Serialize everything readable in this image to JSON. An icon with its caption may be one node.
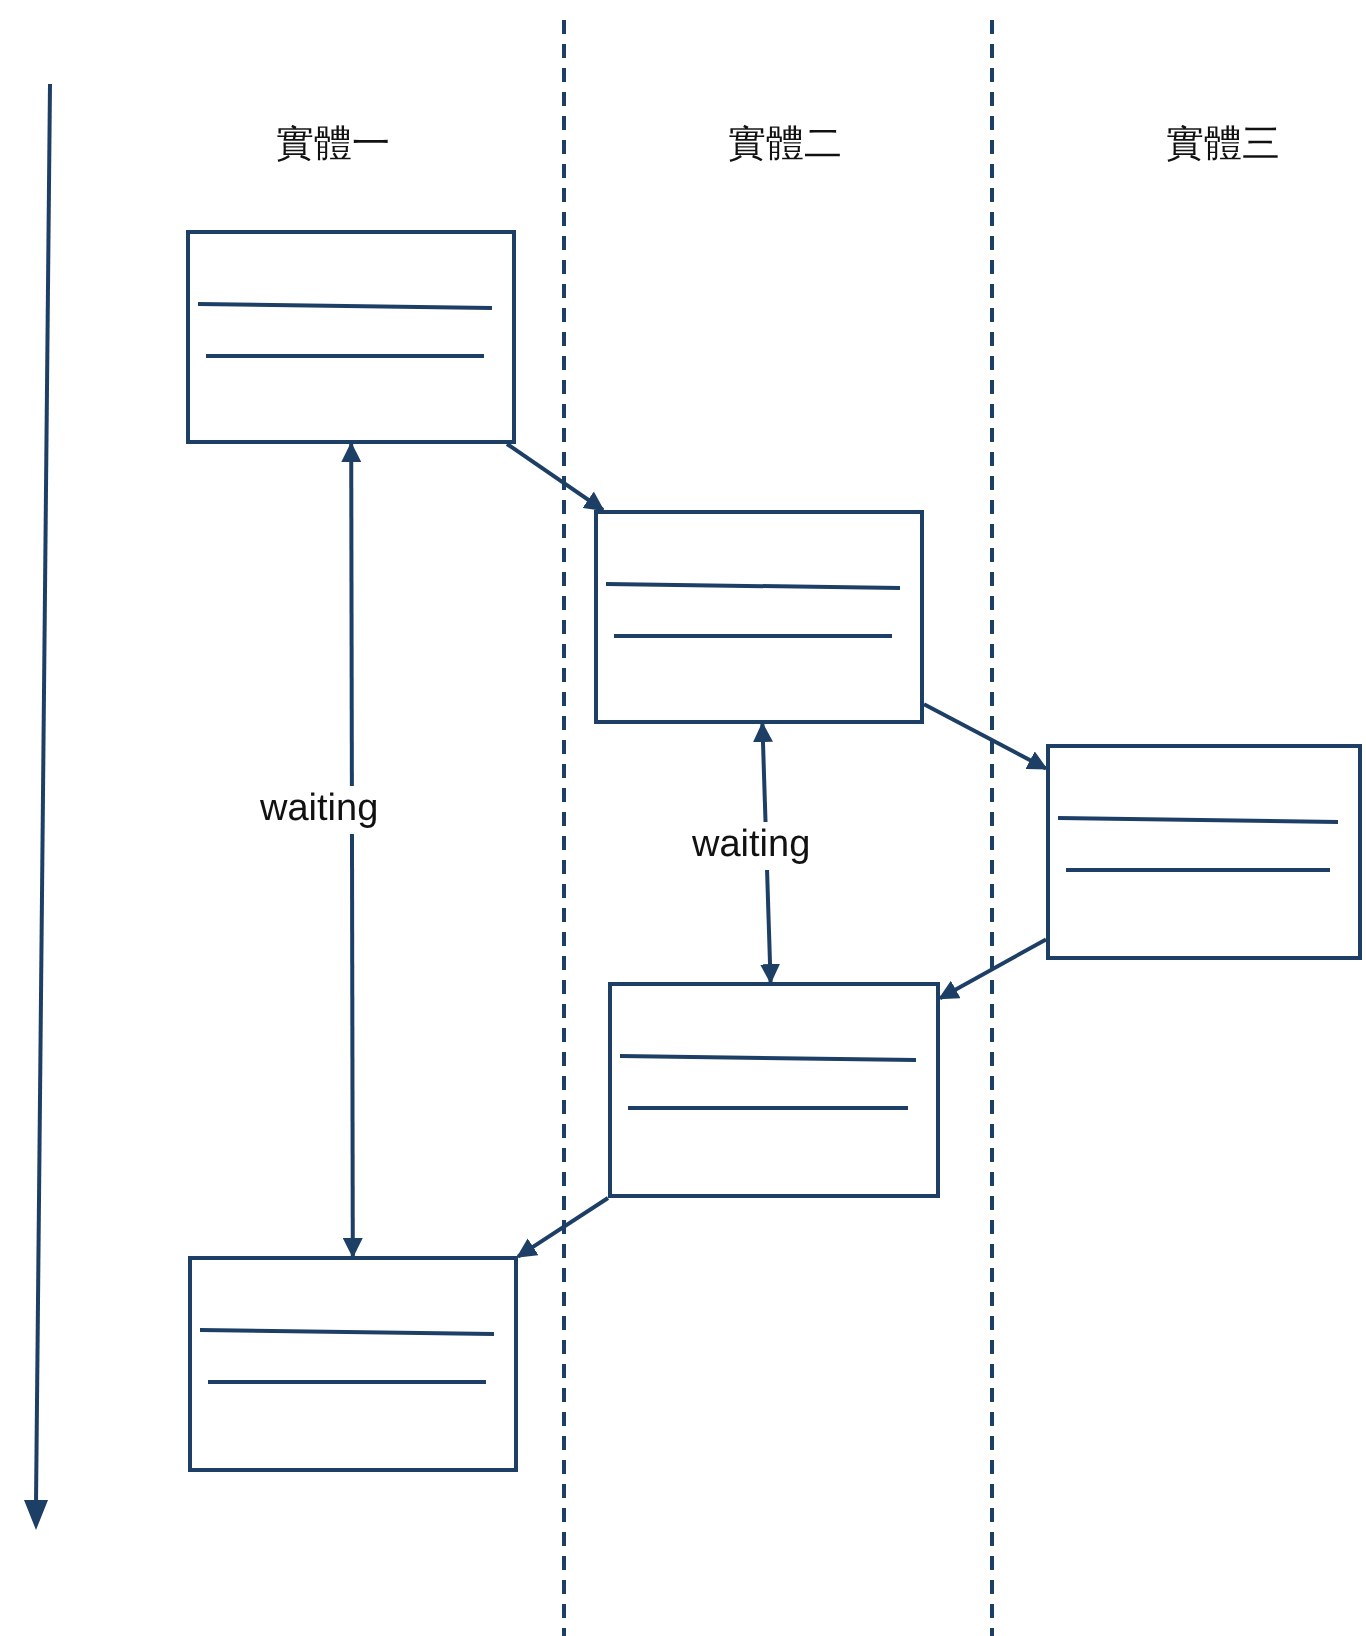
{
  "diagram": {
    "nodes": [
      {
        "text": [],
        "shape": "box"
      },
      {
        "text": [],
        "shape": "box"
      },
      {
        "text": [],
        "shape": "box"
      },
      {
        "text": [],
        "shape": "box"
      },
      {
        "text": [],
        "shape": "box"
      }
    ],
    "edges": [
      {
        "from": 0,
        "to": 1,
        "arrow": "to"
      },
      {
        "from": 1,
        "to": 2,
        "arrow": "to"
      },
      {
        "from": 2,
        "to": 3,
        "arrow": "to"
      },
      {
        "from": 3,
        "to": 4,
        "arrow": "to"
      },
      {
        "from": 0,
        "to": 4,
        "arrow": "both",
        "label": "waiting"
      },
      {
        "from": 1,
        "to": 3,
        "arrow": "both",
        "label": "waiting"
      }
    ],
    "labels": [
      "實體一",
      "實體二",
      "實體三"
    ]
  }
}
